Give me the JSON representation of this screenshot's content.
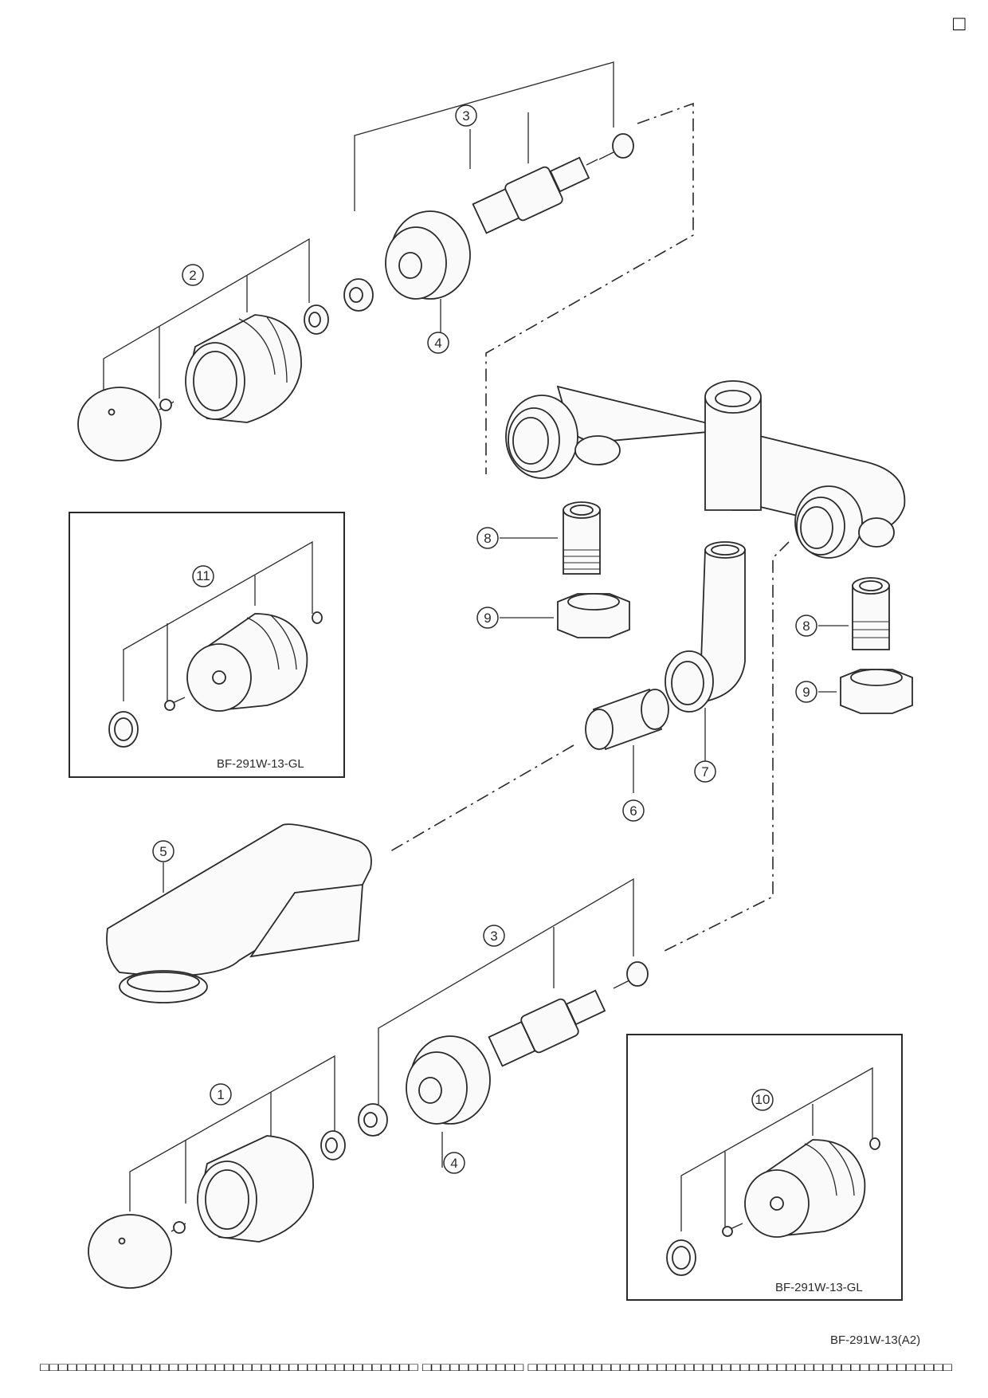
{
  "corner_checkbox": "□",
  "callouts": [
    {
      "id": "1",
      "label": "1"
    },
    {
      "id": "2",
      "label": "2"
    },
    {
      "id": "3a",
      "label": "3"
    },
    {
      "id": "3b",
      "label": "3"
    },
    {
      "id": "4a",
      "label": "4"
    },
    {
      "id": "4b",
      "label": "4"
    },
    {
      "id": "5",
      "label": "5"
    },
    {
      "id": "6",
      "label": "6"
    },
    {
      "id": "7",
      "label": "7"
    },
    {
      "id": "8a",
      "label": "8"
    },
    {
      "id": "8b",
      "label": "8"
    },
    {
      "id": "9a",
      "label": "9"
    },
    {
      "id": "9b",
      "label": "9"
    },
    {
      "id": "10",
      "label": "10"
    },
    {
      "id": "11",
      "label": "11"
    }
  ],
  "insets": {
    "top_left": {
      "label": "BF-291W-13-GL"
    },
    "bottom_right": {
      "label": "BF-291W-13-GL"
    }
  },
  "reference": "BF-291W-13(A2)",
  "footer_glyphs": "□□□□□□□□□□□□□□□□□□□□□□□□□□□□□□□□□□□□□□□□□ □□□□□□□□□□□ □□□□□□□□□□□□□□□□□□□□□□□□□□□□□□□□□□□□□□□□□□□□□□"
}
